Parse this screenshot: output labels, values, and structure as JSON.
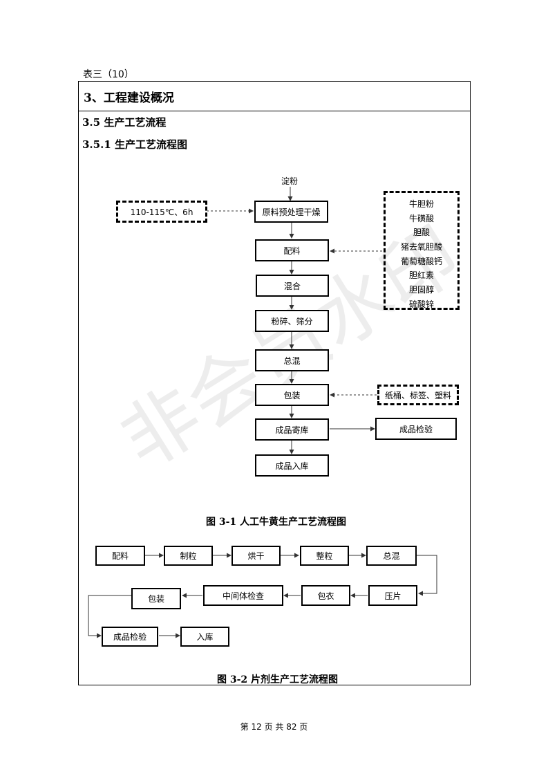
{
  "header": {
    "table_label": "表三（10）"
  },
  "section": {
    "title": "3、工程建设概况",
    "sub1": "3.5 生产工艺流程",
    "sub2": "3.5.1 生产工艺流程图"
  },
  "figure1": {
    "top_input": "淀粉",
    "condition": "110-115℃、6h",
    "steps": [
      "原料预处理干燥",
      "配料",
      "混合",
      "粉碎、筛分",
      "总混",
      "包装",
      "成品寄库",
      "成品入库"
    ],
    "inspection": "成品检验",
    "ingredients": [
      "牛胆粉",
      "牛磺酸",
      "胆酸",
      "猪去氧胆酸",
      "葡萄糖酸钙",
      "胆红素",
      "胆固醇",
      "硫酸锌"
    ],
    "packaging_materials": "纸桶、标签、塑料",
    "caption": "图 3-1  人工牛黄生产工艺流程图"
  },
  "figure2": {
    "row1": [
      "配料",
      "制粒",
      "烘干",
      "整粒",
      "总混"
    ],
    "row2": [
      "压片",
      "包衣",
      "中间体检查",
      "包装"
    ],
    "row3": [
      "成品检验",
      "入库"
    ],
    "caption": "图 3-2  片剂生产工艺流程图"
  },
  "footer": {
    "page_text": "第 12 页 共 82 页"
  },
  "watermark": {
    "text": "非会员水印"
  }
}
